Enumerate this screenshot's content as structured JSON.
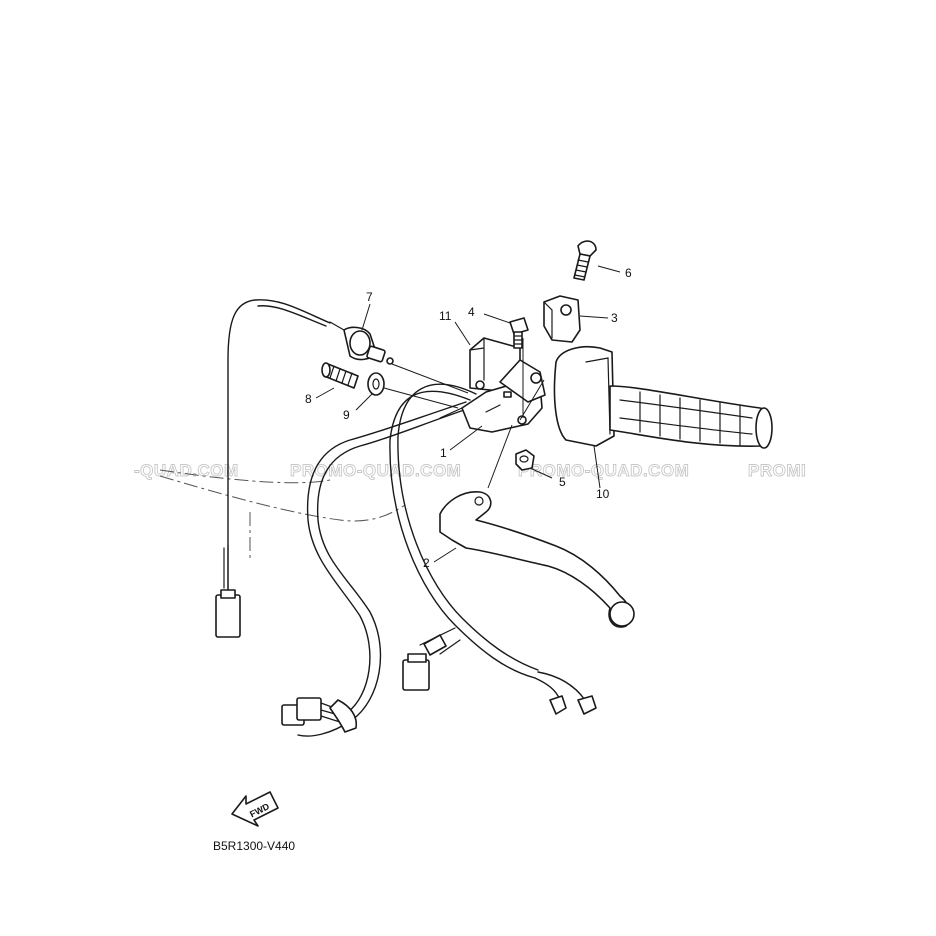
{
  "watermark": {
    "left": "-QUAD.COM",
    "middle": "PROMO-QUAD.COM",
    "right": "PROMO-QUAD.COM",
    "edge": "PROMI"
  },
  "callouts": {
    "c1": "1",
    "c2": "2",
    "c3": "3",
    "c4": "4",
    "c5": "5",
    "c6": "6",
    "c7": "7",
    "c8": "8",
    "c9": "9",
    "c10": "10",
    "c11": "11"
  },
  "fwd_label": "FWD",
  "diagram_code": "B5R1300-V440"
}
